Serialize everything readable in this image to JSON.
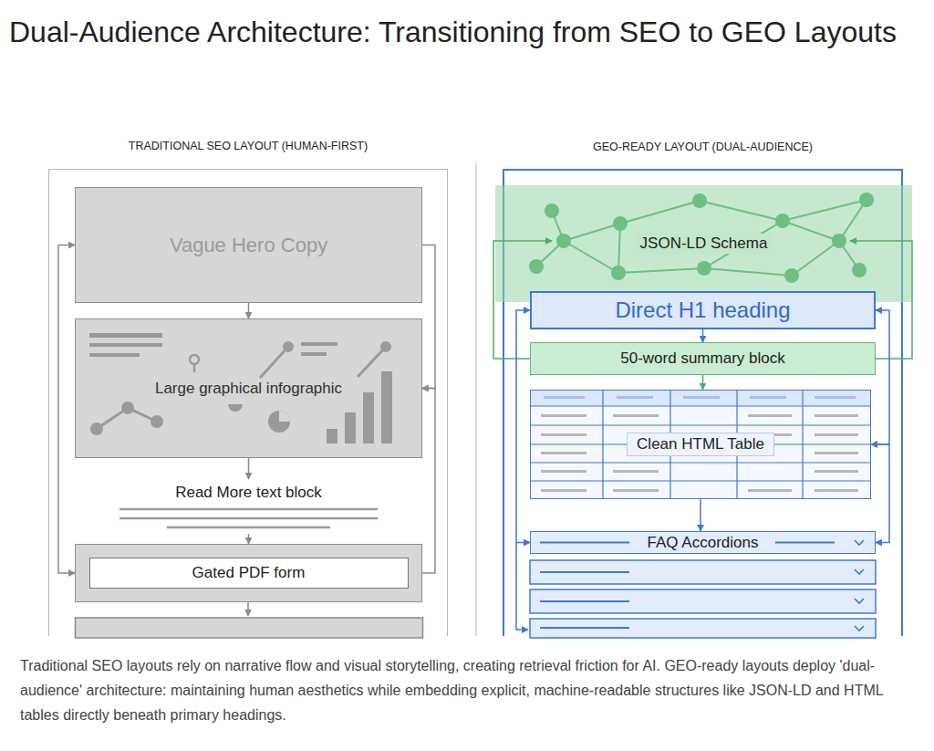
{
  "diagram": {
    "title": "Dual-Audience Architecture: Transitioning from SEO to GEO Layouts",
    "caption": "Traditional SEO layouts rely on narrative flow and visual storytelling, creating retrieval friction for AI. GEO-ready layouts deploy 'dual-audience' architecture: maintaining human aesthetics while embedding explicit, machine-readable structures like JSON-LD and HTML tables directly beneath primary headings.",
    "nodes": [
      {
        "text": [
          "TRADITIONAL SEO LAYOUT (HUMAN-FIRST)"
        ]
      },
      {
        "text": [
          "Vague Hero Copy"
        ],
        "in": 0
      },
      {
        "text": [
          "Large graphical infographic"
        ],
        "in": 0
      },
      {
        "text": [
          "Read More text block"
        ],
        "in": 0
      },
      {
        "text": [
          "Gated PDF form"
        ],
        "in": 0
      },
      {
        "text": [
          "GEO-READY LAYOUT (DUAL-AUDIENCE)"
        ]
      },
      {
        "text": [
          "JSON-LD Schema"
        ],
        "in": 5
      },
      {
        "text": [
          "Direct H1 heading"
        ],
        "in": 5
      },
      {
        "text": [
          "50-word summary block"
        ],
        "in": 5
      },
      {
        "text": [
          "Clean HTML Table"
        ],
        "in": 5
      },
      {
        "text": [
          "FAQ Accordions"
        ],
        "in": 5
      }
    ],
    "edges": [
      {
        "from": 1,
        "to": 2,
        "arrow": "to"
      },
      {
        "from": 2,
        "to": 3,
        "arrow": "to"
      },
      {
        "from": 3,
        "to": 4,
        "arrow": "to"
      },
      {
        "from": 4,
        "to": 1,
        "arrow": "both"
      },
      {
        "from": 1,
        "to": 2,
        "arrow": "to"
      },
      {
        "from": 4,
        "to": 2,
        "arrow": "to"
      },
      {
        "from": 7,
        "to": 8,
        "arrow": "to"
      },
      {
        "from": 8,
        "to": 9,
        "arrow": "to"
      },
      {
        "from": 9,
        "to": 10,
        "arrow": "to"
      },
      {
        "from": 8,
        "to": 6,
        "arrow": "to"
      },
      {
        "from": 8,
        "to": 6,
        "arrow": "to"
      },
      {
        "from": 7,
        "to": 10,
        "arrow": "both"
      },
      {
        "from": 7,
        "to": 9,
        "arrow": "both"
      },
      {
        "from": 9,
        "to": 10,
        "arrow": "to"
      }
    ]
  }
}
